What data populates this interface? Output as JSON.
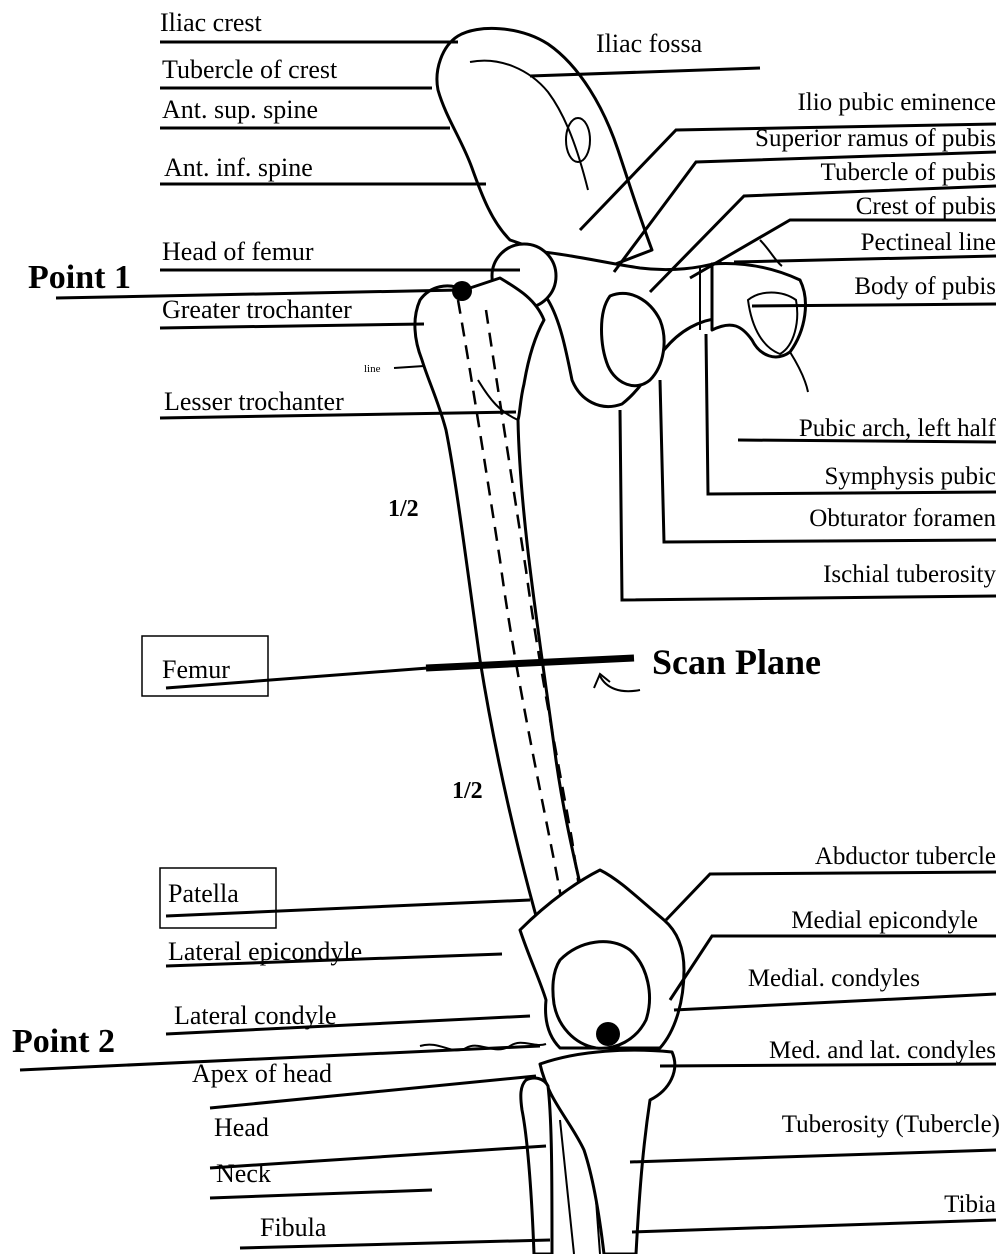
{
  "labels_left": {
    "iliac_crest": "Iliac crest",
    "tubercle_of_crest": "Tubercle of crest",
    "ant_sup_spine": "Ant. sup. spine",
    "ant_inf_spine": "Ant. inf. spine",
    "head_of_femur": "Head of femur",
    "greater_trochanter": "Greater trochanter",
    "line_small": "line",
    "lesser_trochanter": "Lesser trochanter",
    "femur": "Femur",
    "patella": "Patella",
    "lateral_epicondyle": "Lateral epicondyle",
    "lateral_condyle": "Lateral condyle",
    "apex_of_head": "Apex of head",
    "head": "Head",
    "neck": "Neck",
    "fibula": "Fibula"
  },
  "labels_right": {
    "iliac_fossa": "Iliac fossa",
    "ilio_pubic_eminence": "Ilio pubic eminence",
    "superior_ramus_of_pubis": "Superior ramus of pubis",
    "tubercle_of_pubis": "Tubercle of pubis",
    "crest_of_pubis": "Crest of pubis",
    "pectineal_line": "Pectineal line",
    "body_of_pubis": "Body of pubis",
    "pubic_arch_left_half": "Pubic arch, left half",
    "symphysis_pubic": "Symphysis pubic",
    "obturator_foramen": "Obturator foramen",
    "ischial_tuberosity": "Ischial tuberosity",
    "abductor_tubercle": "Abductor tubercle",
    "medial_epicondyle": "Medial epicondyle",
    "medial_condyles": "Medial. condyles",
    "med_and_lat_condyles": "Med. and lat. condyles",
    "tuberosity_tubercle": "Tuberosity (Tubercle)",
    "tibia": "Tibia"
  },
  "markers": {
    "point_1": "Point 1",
    "point_2": "Point 2",
    "half_upper": "1/2",
    "half_lower": "1/2",
    "scan_plane": "Scan Plane"
  },
  "colors": {
    "ink": "#000000",
    "paper": "#ffffff"
  }
}
